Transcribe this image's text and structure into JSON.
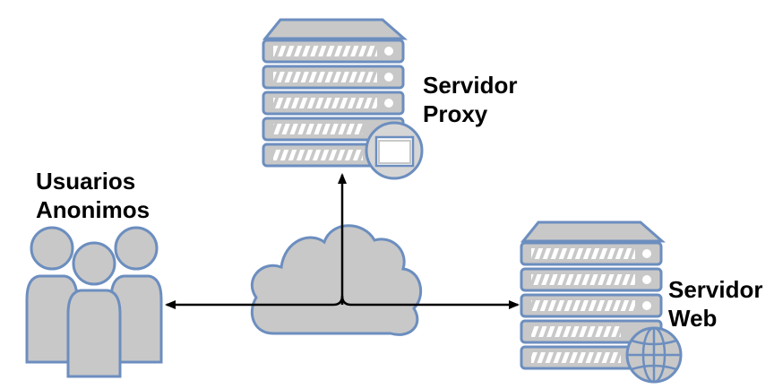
{
  "labels": {
    "proxy_server": [
      "Servidor",
      "Proxy"
    ],
    "anonymous_users": [
      "Usuarios",
      "Anonimos"
    ],
    "web_server": [
      "Servidor",
      "Web"
    ]
  },
  "colors": {
    "shape_fill": "#c8c8c8",
    "shape_stroke": "#6c8ebf",
    "arrow": "#000000",
    "background": "#ffffff"
  },
  "icons": [
    "proxy-server-icon",
    "web-server-icon",
    "users-group-icon",
    "cloud-icon",
    "globe-icon",
    "window-icon"
  ]
}
